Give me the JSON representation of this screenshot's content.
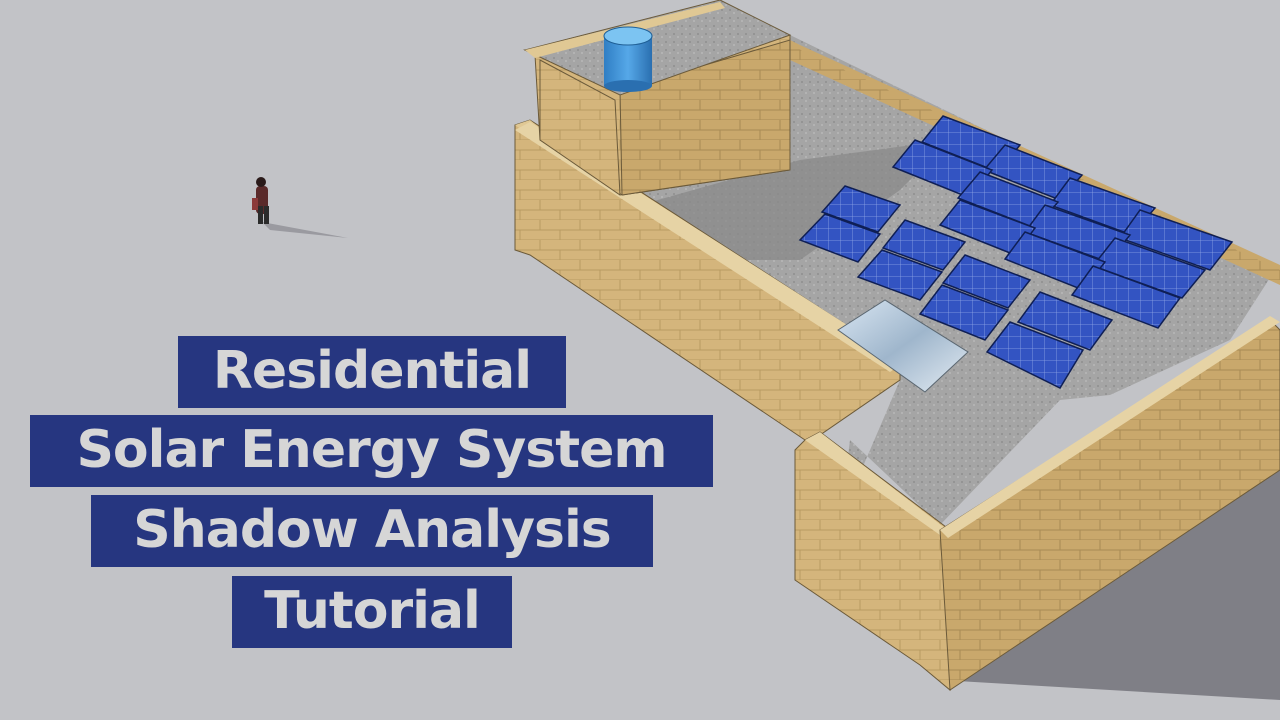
{
  "thumbnail": {
    "title_lines": [
      "Residential",
      "Solar Energy System",
      "Shadow Analysis",
      "Tutorial"
    ]
  },
  "colors": {
    "background": "#c2c3c7",
    "banner": "#263680",
    "banner_text": "#d6d6d6",
    "brick": "#d2b47c",
    "roof": "#9a9a9a",
    "panel": "#2f4fb8",
    "water_tank": "#3b8fd6"
  },
  "scene": {
    "objects": [
      "person-figure",
      "house-model",
      "water-tank",
      "solar-panel-array",
      "skylight"
    ]
  }
}
